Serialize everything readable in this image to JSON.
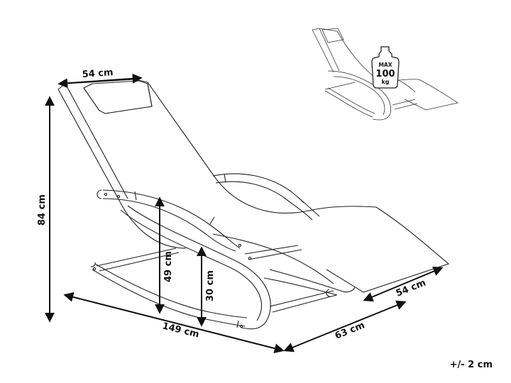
{
  "diagram": {
    "subject": "Rocking sun lounger (wave-shaped chaise) with pillow — dimensional drawing",
    "dimensions": {
      "headrest_width": "54 cm",
      "total_height": "84 cm",
      "armrest_height": "49 cm",
      "seat_height": "30 cm",
      "total_length": "149 cm",
      "base_width": "63 cm",
      "foot_width": "54 cm"
    },
    "tolerance": "+/- 2 cm",
    "load_badge": {
      "line1": "MAX",
      "line2": "100",
      "line3": "kg"
    },
    "colors": {
      "line": "#222222",
      "dimension": "#111111",
      "background": "#ffffff"
    }
  }
}
